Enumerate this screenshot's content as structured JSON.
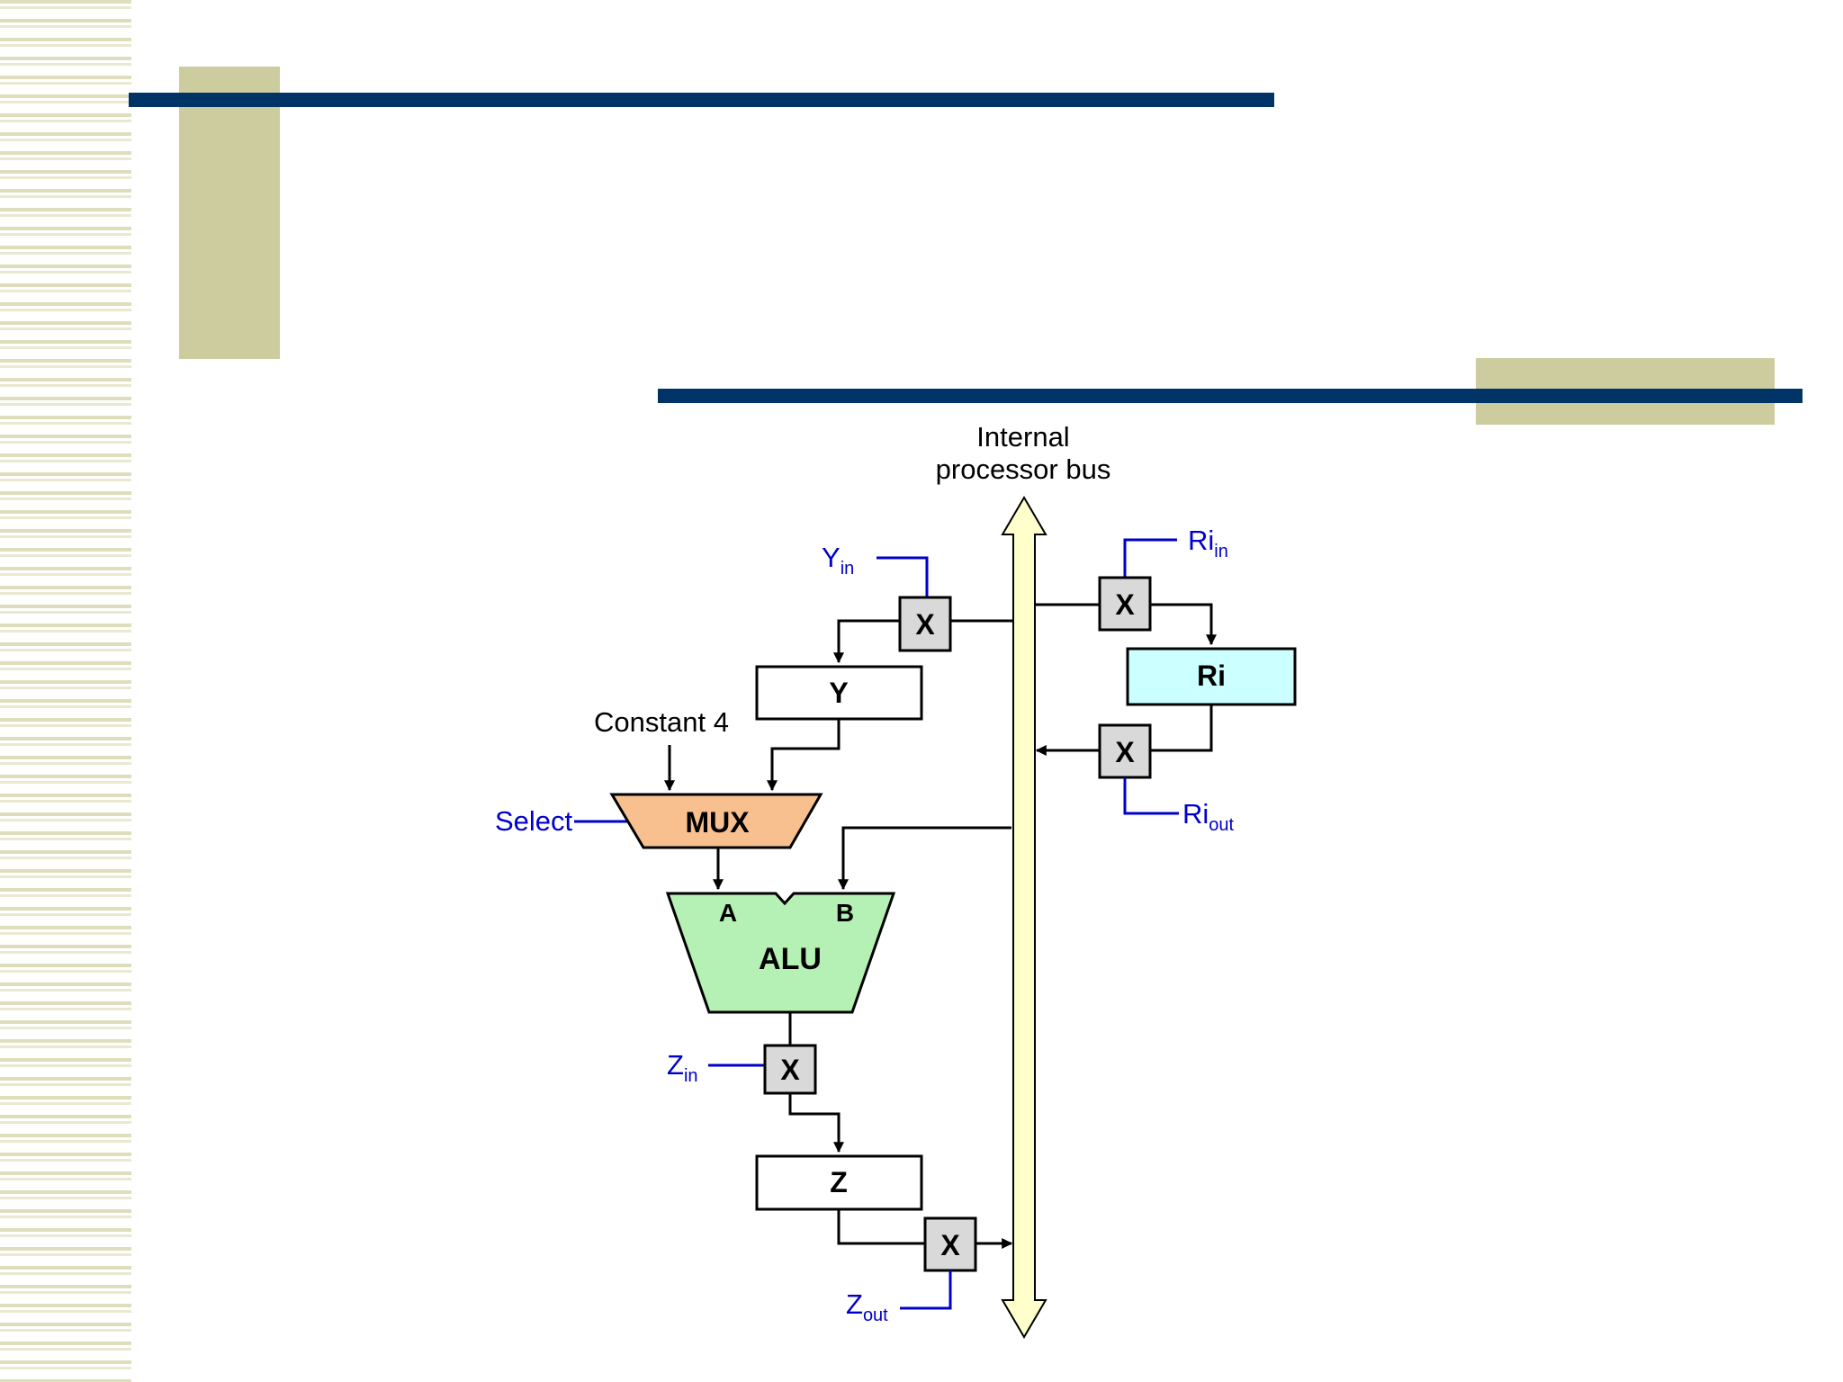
{
  "colors": {
    "slide_rule": "#003366",
    "slide_block": "#cccc9f",
    "control_signal": "#0000cc",
    "bus_fill": "#ffffcc",
    "mux_fill": "#f9c08f",
    "alu_fill": "#b5f0b5",
    "ri_fill": "#ccffff",
    "gate_fill": "#d9d9d9"
  },
  "diagram": {
    "bus_label_line1": "Internal",
    "bus_label_line2": "processor bus",
    "constant_label": "Constant 4",
    "select_label": "Select",
    "mux_label": "MUX",
    "alu_label": "ALU",
    "alu_input_a": "A",
    "alu_input_b": "B",
    "reg_y": "Y",
    "reg_z": "Z",
    "reg_ri": "Ri",
    "gate_label": "X",
    "signals": {
      "y_in": {
        "base": "Y",
        "sub": "in"
      },
      "z_in": {
        "base": "Z",
        "sub": "in"
      },
      "z_out": {
        "base": "Z",
        "sub": "out"
      },
      "ri_in": {
        "base": "Ri",
        "sub": "in"
      },
      "ri_out": {
        "base": "Ri",
        "sub": "out"
      }
    }
  }
}
